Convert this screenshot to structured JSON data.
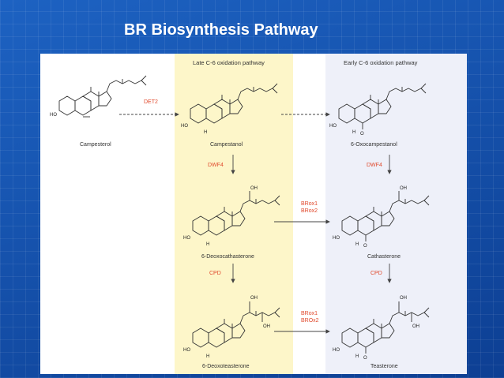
{
  "slide": {
    "title": "BR Biosynthesis Pathway"
  },
  "columns": {
    "late": "Late C-6 oxidation pathway",
    "early": "Early C-6 oxidation pathway"
  },
  "compounds": {
    "campesterol": "Campesterol",
    "campestanol": "Campestanol",
    "oxocampestanol": "6-Oxocampestanol",
    "deoxocathasterone": "6-Deoxocathasterone",
    "cathasterone": "Cathasterone",
    "deoxoteasterone": "6-Deoxoteasterone",
    "teasterone": "Teasterone"
  },
  "enzymes": {
    "det2": "DET2",
    "dwf4_late": "DWF4",
    "dwf4_early": "DWF4",
    "brox_row2": [
      "BRox1",
      "BRox2"
    ],
    "cpd_late": "CPD",
    "cpd_early": "CPD",
    "brox_row3": [
      "BRox1",
      "BROx2"
    ]
  },
  "atoms": {
    "ho": "HO",
    "oh": "OH",
    "h": "H",
    "o": "O"
  },
  "colors": {
    "slide_bg": "#1555b2",
    "late_panel": "#fdf6c9",
    "early_panel": "#eef0f9",
    "enzyme_text": "#e0492c"
  }
}
